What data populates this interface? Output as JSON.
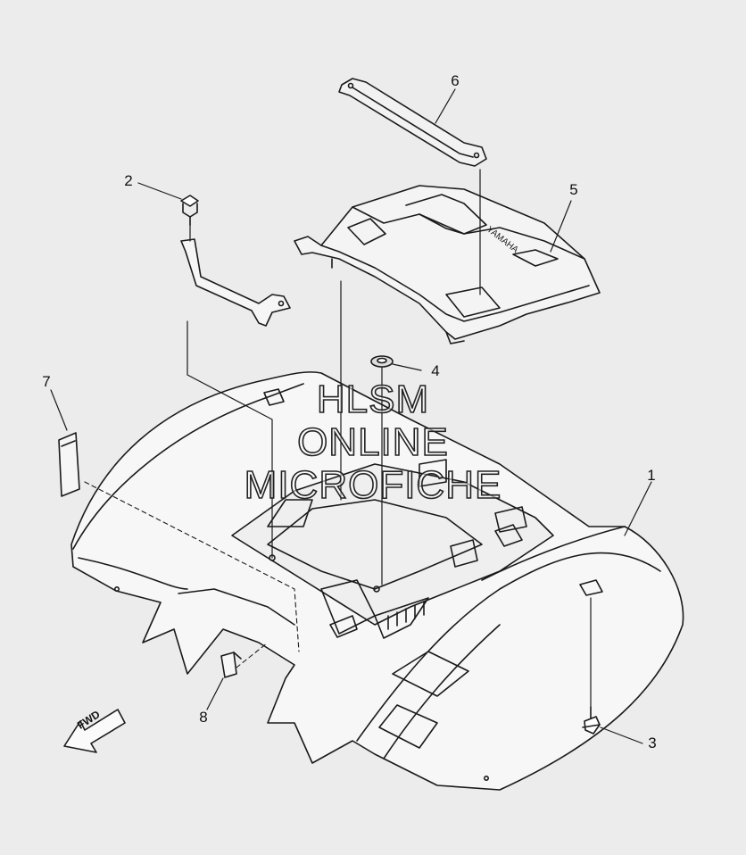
{
  "parts": [
    {
      "ref": "1",
      "name": "rear-fender"
    },
    {
      "ref": "2",
      "name": "bolt-bracket-top"
    },
    {
      "ref": "3",
      "name": "bolt-flange"
    },
    {
      "ref": "4",
      "name": "grommet"
    },
    {
      "ref": "5",
      "name": "rear-carrier-cover"
    },
    {
      "ref": "6",
      "name": "carrier-plate"
    },
    {
      "ref": "7",
      "name": "label-plate"
    },
    {
      "ref": "8",
      "name": "clip"
    }
  ],
  "cover_logo": "YAMAHA",
  "direction_arrow": "FWD",
  "watermark": {
    "line1": "HLSM",
    "line2": "ONLINE",
    "line3": "MICROFICHE"
  },
  "colors": {
    "background": "#ececec",
    "line": "#1a1a1a"
  }
}
